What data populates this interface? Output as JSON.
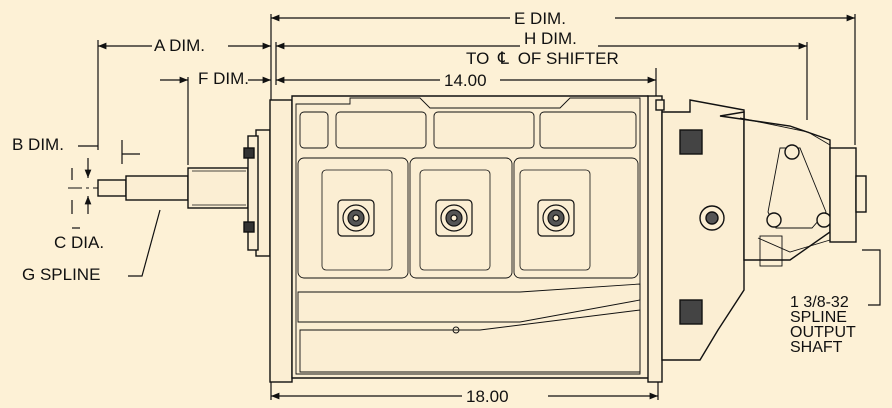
{
  "colors": {
    "background": "#fdf1d6",
    "ink": "#111111",
    "casting": "#fbeed3"
  },
  "labels": {
    "e_dim": "E DIM.",
    "h_dim": "H DIM.",
    "to_shifter": "TO",
    "cl_symbol": "℄",
    "of_shifter": "OF SHIFTER",
    "a_dim": "A DIM.",
    "f_dim": "F DIM.",
    "dim_14": "14.00",
    "b_dim": "B DIM.",
    "c_dia": "C DIA.",
    "g_spline": "G SPLINE",
    "dim_18": "18.00",
    "output_spline": [
      "1 3/8-32",
      "SPLINE",
      "OUTPUT",
      "SHAFT"
    ]
  }
}
